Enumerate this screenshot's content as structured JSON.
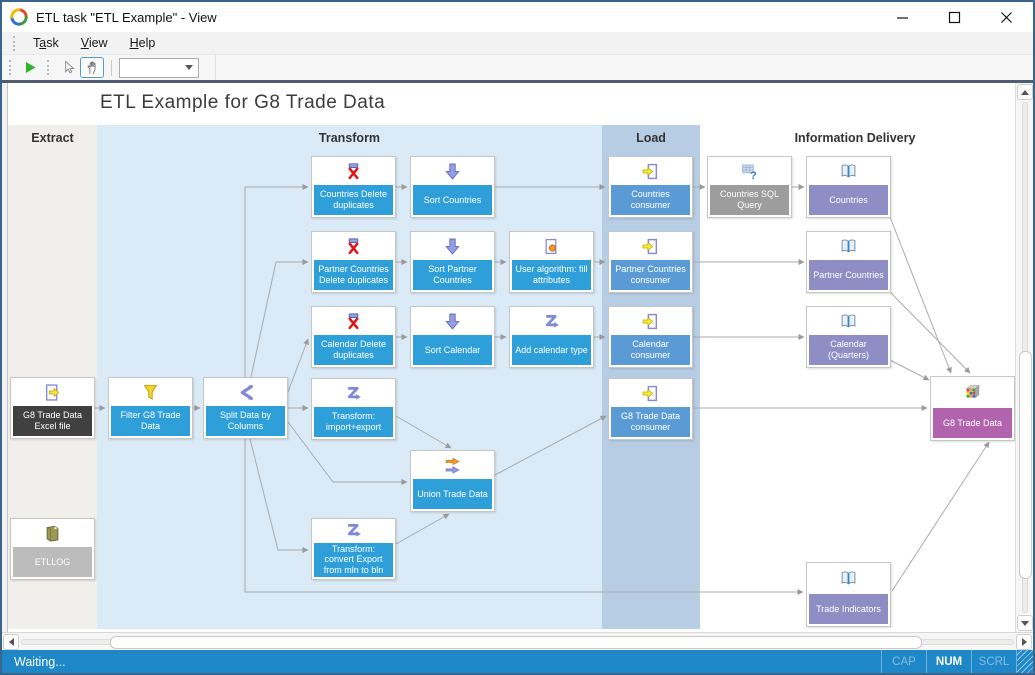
{
  "window": {
    "title": "ETL task \"ETL Example\" - View"
  },
  "menu": {
    "items": [
      {
        "label": "Task",
        "parts": [
          "T",
          "a",
          "sk"
        ]
      },
      {
        "label": "View",
        "parts": [
          "",
          "V",
          "iew"
        ]
      },
      {
        "label": "Help",
        "parts": [
          "",
          "H",
          "elp"
        ]
      }
    ]
  },
  "toolbar": {
    "dropdown_value": "",
    "icons": [
      "run-icon",
      "cursor-icon",
      "hand-icon",
      "dropdown-combobox"
    ]
  },
  "canvas": {
    "title": "ETL Example for G8 Trade Data",
    "columns": [
      {
        "label": "Extract"
      },
      {
        "label": "Transform"
      },
      {
        "label": "Load"
      },
      {
        "label": "Information Delivery"
      }
    ],
    "nodes": [
      {
        "label": "Countries Delete duplicates",
        "icon": "delete-duplicates-icon"
      },
      {
        "label": "Sort Countries",
        "icon": "sort-icon"
      },
      {
        "label": "Partner Countries Delete duplicates",
        "icon": "delete-duplicates-icon"
      },
      {
        "label": "Sort Partner Countries",
        "icon": "sort-icon"
      },
      {
        "label": "User algorithm: fill attributes",
        "icon": "user-algorithm-icon"
      },
      {
        "label": "Calendar Delete duplicates",
        "icon": "delete-duplicates-icon"
      },
      {
        "label": "Sort Calendar",
        "icon": "sort-icon"
      },
      {
        "label": "Add calendar type",
        "icon": "transform-icon"
      },
      {
        "label": "G8 Trade Data Excel file",
        "icon": "excel-source-icon"
      },
      {
        "label": "Filter G8 Trade Data",
        "icon": "filter-icon"
      },
      {
        "label": "Split Data by Columns",
        "icon": "split-icon"
      },
      {
        "label": "Transform: import+export",
        "icon": "transform-icon"
      },
      {
        "label": "Union Trade Data",
        "icon": "union-icon"
      },
      {
        "label": "ETLLOG",
        "icon": "log-icon"
      },
      {
        "label": "Transform: convert Export from mln to bln",
        "icon": "transform-icon"
      },
      {
        "label": "Countries consumer",
        "icon": "consumer-icon"
      },
      {
        "label": "Partner Countries consumer",
        "icon": "consumer-icon"
      },
      {
        "label": "Calendar consumer",
        "icon": "consumer-icon"
      },
      {
        "label": "G8 Trade Data consumer",
        "icon": "consumer-icon"
      },
      {
        "label": "Countries SQL Query",
        "icon": "sql-query-icon"
      },
      {
        "label": "Countries",
        "icon": "book-icon"
      },
      {
        "label": "Partner Countries",
        "icon": "book-icon"
      },
      {
        "label": "Calendar (Quarters)",
        "icon": "book-icon"
      },
      {
        "label": "G8 Trade Data",
        "icon": "cube-icon"
      },
      {
        "label": "Trade Indicators",
        "icon": "book-icon"
      }
    ]
  },
  "status_bar": {
    "message": "Waiting...",
    "indicators": [
      {
        "label": "CAP",
        "active": false
      },
      {
        "label": "NUM",
        "active": true
      },
      {
        "label": "SCRL",
        "active": false
      }
    ]
  },
  "colors": {
    "transform_node": "#2f9fd9",
    "consumer_node": "#5b9bd5",
    "delivery_node": "#8e8ec5",
    "cube_node": "#b263ae",
    "statusbar": "#1d87c7",
    "band_transform": "#daeaf6",
    "band_load": "#b7cde3",
    "band_extract": "#f0efec"
  }
}
